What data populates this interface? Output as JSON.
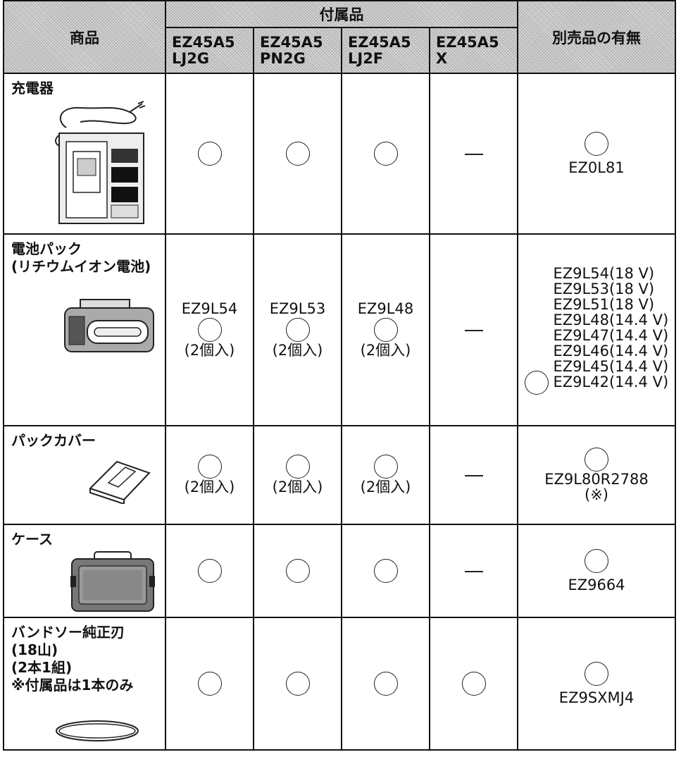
{
  "header": {
    "product_label": "商品",
    "accessories_label": "付属品",
    "optional_label": "別売品の有無",
    "models": [
      {
        "line1": "EZ45A5",
        "line2": "LJ2G"
      },
      {
        "line1": "EZ45A5",
        "line2": "PN2G"
      },
      {
        "line1": "EZ45A5",
        "line2": "LJ2F"
      },
      {
        "line1": "EZ45A5",
        "line2": "X"
      }
    ]
  },
  "rows": {
    "charger": {
      "name": "充電器",
      "optional_code": "EZ0L81"
    },
    "battery": {
      "name_line1": "電池パック",
      "name_line2": "(リチウムイオン電池)",
      "models": [
        "EZ9L54",
        "EZ9L53",
        "EZ9L48"
      ],
      "qty_note": "(2個入)",
      "optional_codes": [
        "EZ9L54(18 V)",
        "EZ9L53(18 V)",
        "EZ9L51(18 V)",
        "EZ9L48(14.4 V)",
        "EZ9L47(14.4 V)",
        "EZ9L46(14.4 V)",
        "EZ9L45(14.4 V)",
        "EZ9L42(14.4 V)"
      ]
    },
    "cover": {
      "name": "パックカバー",
      "qty_note": "(2個入)",
      "optional_code": "EZ9L80R2788",
      "optional_note": "(※)"
    },
    "case": {
      "name": "ケース",
      "optional_code": "EZ9664"
    },
    "blade": {
      "name_lines": [
        "バンドソー純正刃",
        "(18山)",
        "(2本1組)",
        "※付属品は1本のみ"
      ],
      "optional_code": "EZ9SXMJ4"
    }
  },
  "colors": {
    "header_fill": "#d9d9d9",
    "border": "#111111"
  }
}
